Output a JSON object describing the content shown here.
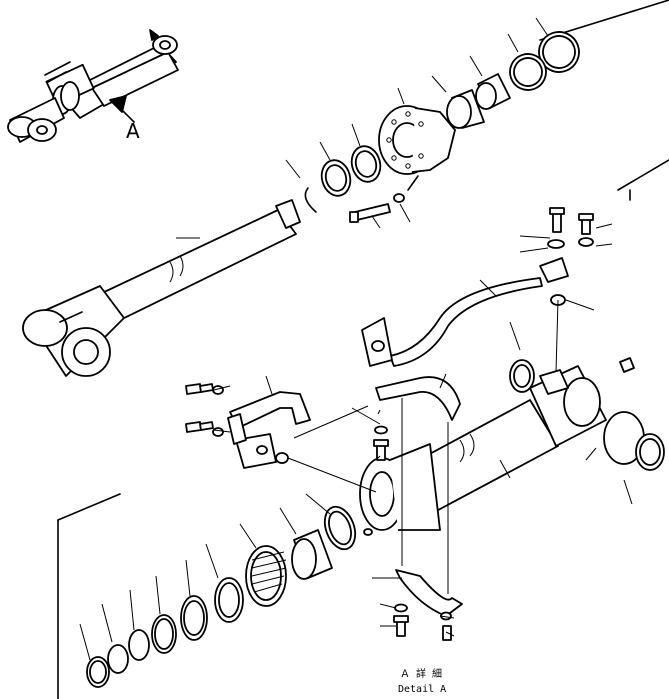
{
  "view_marker": "A",
  "detail_caption": {
    "japanese": "Ａ 詳 細",
    "english": "Detail A"
  }
}
